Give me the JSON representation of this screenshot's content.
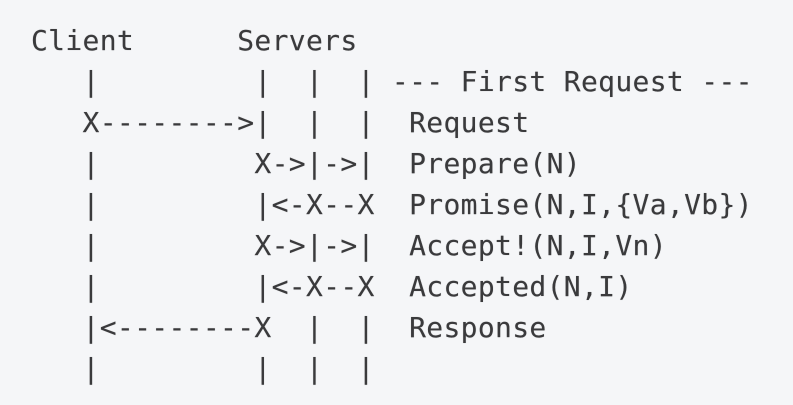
{
  "colors": {
    "background": "#f5f6f8",
    "text": "#3a3a3c"
  },
  "diagram": {
    "columns": [
      "Client",
      "Servers"
    ],
    "phase_label": "--- First Request ---",
    "messages": [
      "Request",
      "Prepare(N)",
      "Promise(N,I,{Va,Vb})",
      "Accept!(N,I,Vn)",
      "Accepted(N,I)",
      "Response"
    ],
    "lines": [
      "Client      Servers",
      "   |         |  |  | --- First Request ---",
      "   X-------->|  |  |  Request",
      "   |         X->|->|  Prepare(N)",
      "   |         |<-X--X  Promise(N,I,{Va,Vb})",
      "   |         X->|->|  Accept!(N,I,Vn)",
      "   |         |<-X--X  Accepted(N,I)",
      "   |<--------X  |  |  Response",
      "   |         |  |  |"
    ]
  }
}
